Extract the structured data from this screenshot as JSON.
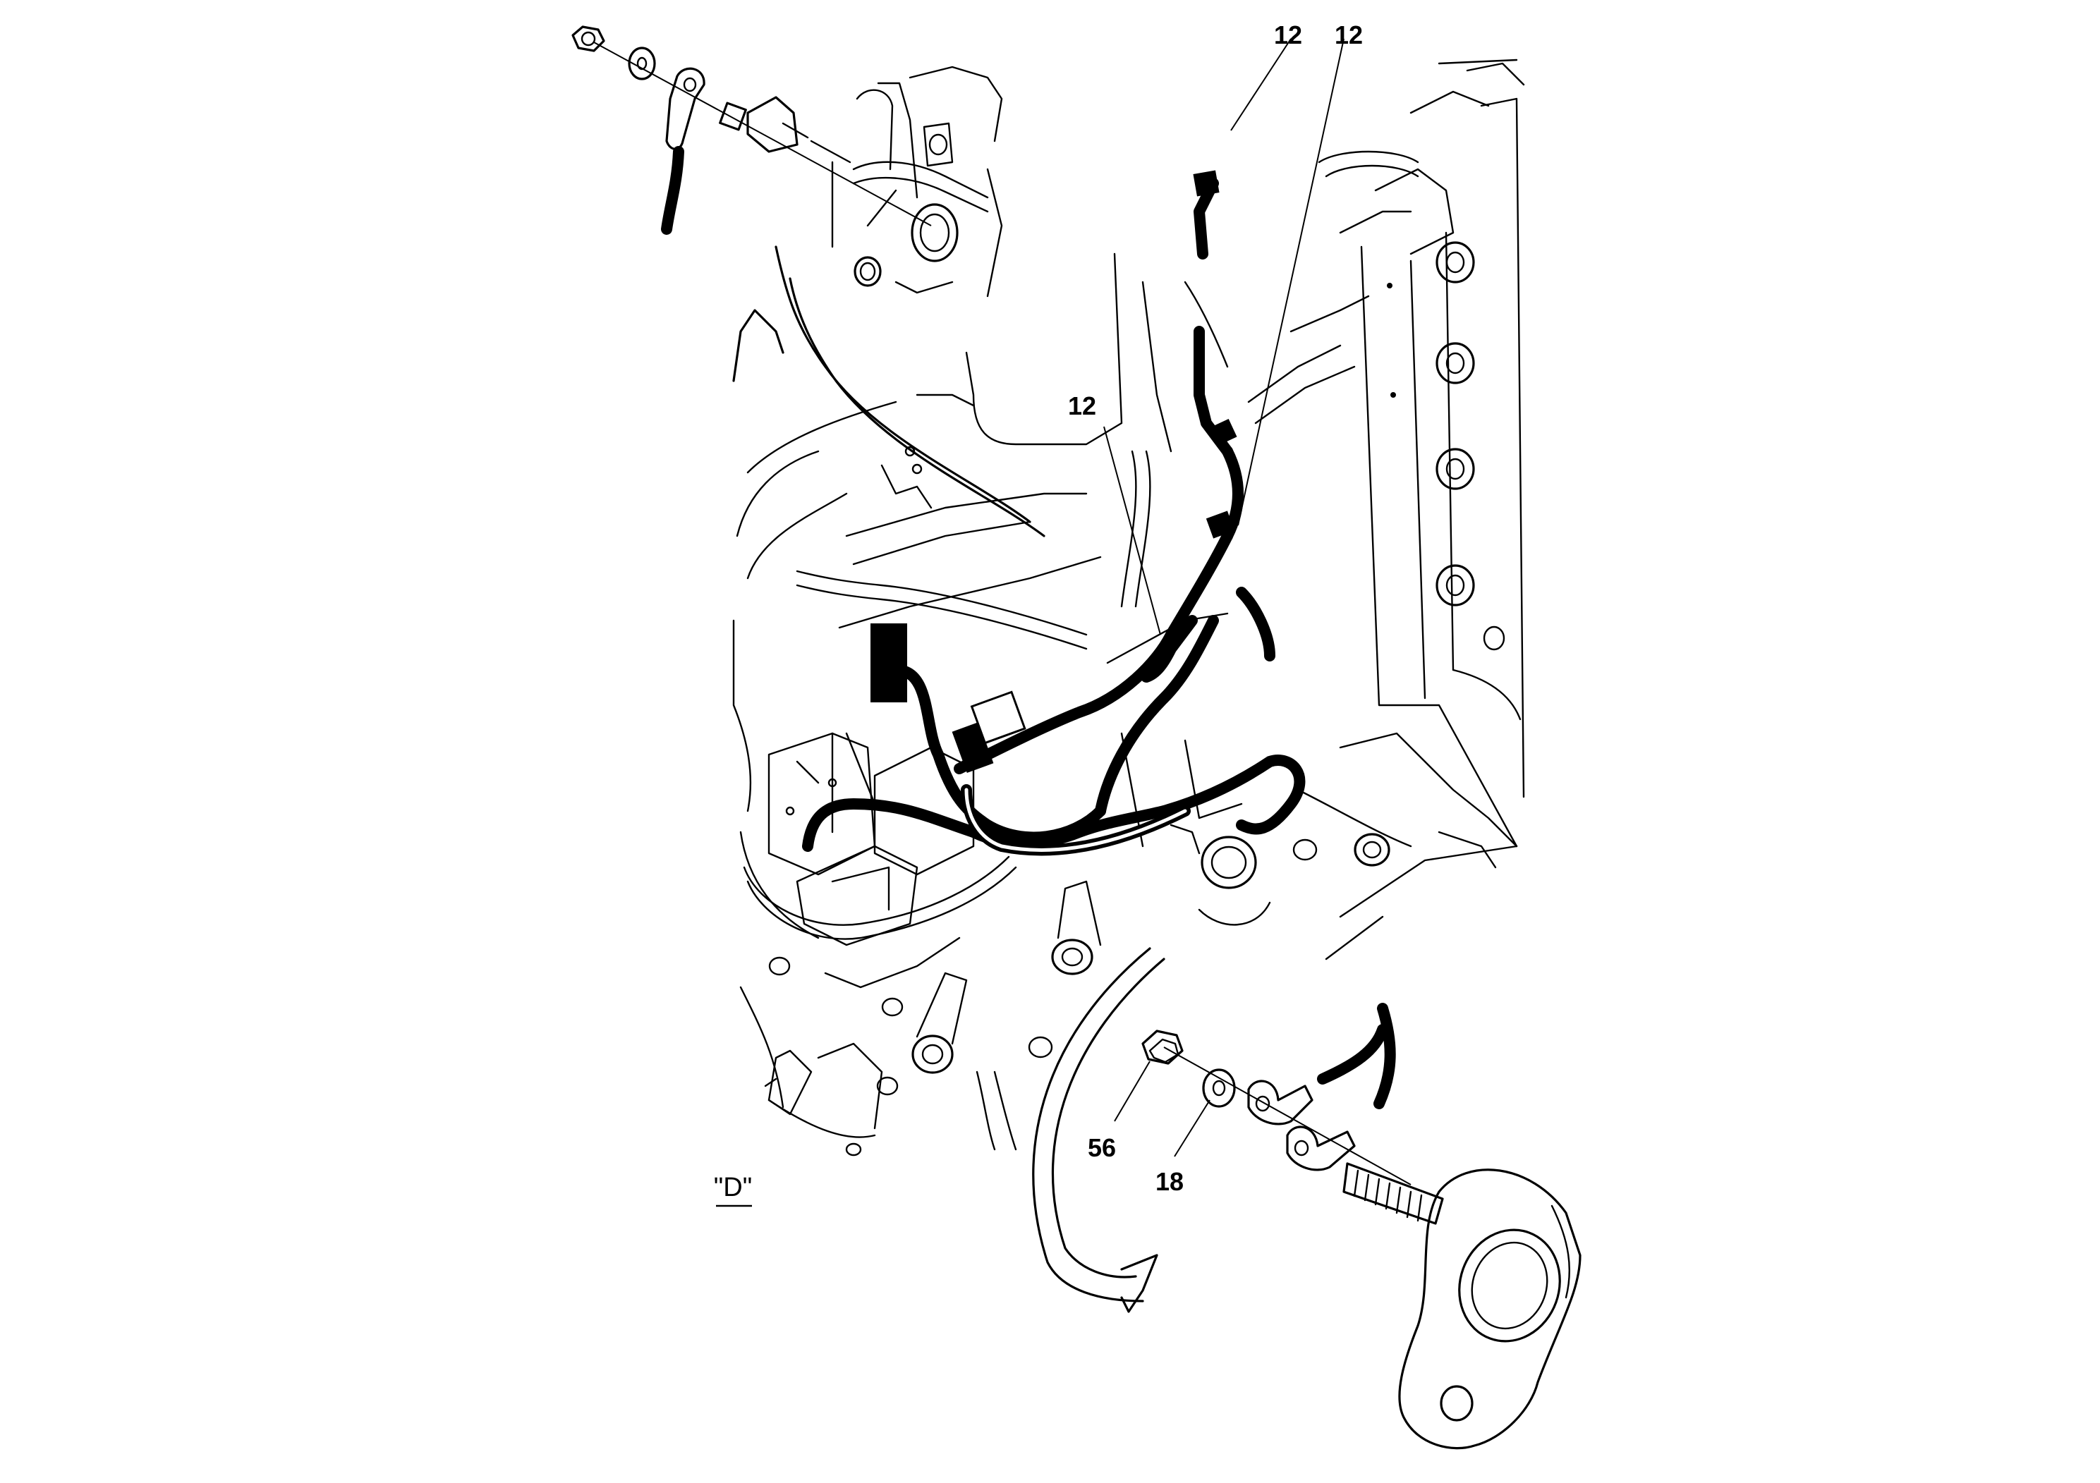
{
  "callouts": {
    "top_left": "12",
    "top_right": "12",
    "middle": "12",
    "nut": "56",
    "washer": "18"
  },
  "view_label": "\"D\""
}
